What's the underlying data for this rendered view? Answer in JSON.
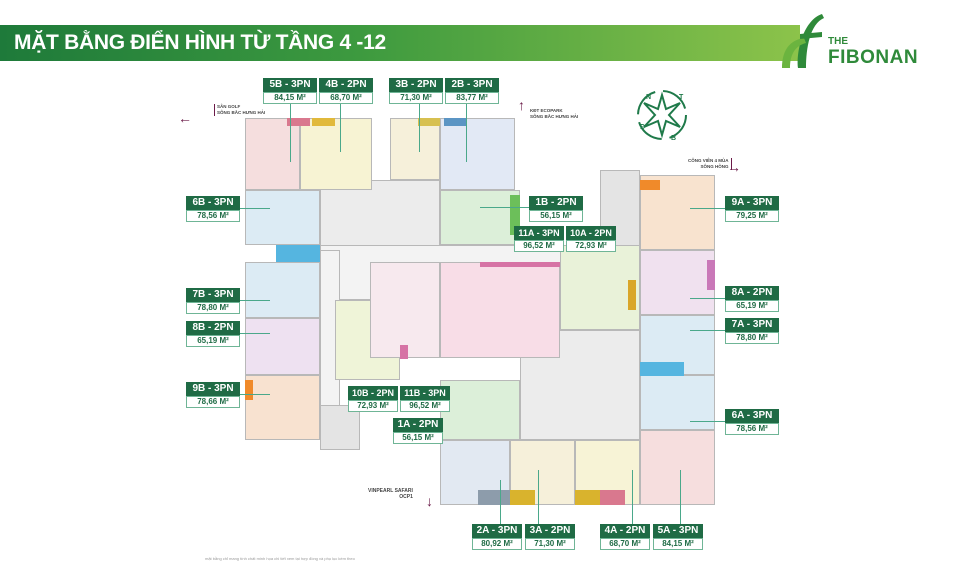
{
  "header": {
    "title": "MẶT BẰNG ĐIỂN HÌNH TỪ TẦNG 4 -12"
  },
  "logo": {
    "the": "THE",
    "name": "FIBONAN"
  },
  "compass": {
    "n": "N",
    "d": "Đ",
    "b": "B",
    "t": "T"
  },
  "directions": {
    "west": [
      "SÂN GOLF",
      "SÔNG BẮC HƯNG HẢI"
    ],
    "north": [
      "KĐT ECOPARK",
      "SÔNG BẮC HƯNG HẢI"
    ],
    "east": [
      "CÔNG VIÊN 4 MÙA",
      "SÔNG HỒNG"
    ],
    "south": [
      "VINPEARL SAFARI",
      "OCP1"
    ]
  },
  "units": [
    {
      "code": "5B - 3PN",
      "area": "84,15 M²"
    },
    {
      "code": "4B - 2PN",
      "area": "68,70 M²"
    },
    {
      "code": "3B - 2PN",
      "area": "71,30 M²"
    },
    {
      "code": "2B - 3PN",
      "area": "83,77 M²"
    },
    {
      "code": "6B - 3PN",
      "area": "78,56 M²"
    },
    {
      "code": "7B - 3PN",
      "area": "78,80 M²"
    },
    {
      "code": "8B - 2PN",
      "area": "65,19 M²"
    },
    {
      "code": "9B - 3PN",
      "area": "78,66 M²"
    },
    {
      "code": "9A - 3PN",
      "area": "79,25 M²"
    },
    {
      "code": "8A - 2PN",
      "area": "65,19 M²"
    },
    {
      "code": "7A - 3PN",
      "area": "78,80 M²"
    },
    {
      "code": "6A - 3PN",
      "area": "78,56 M²"
    },
    {
      "code": "1B - 2PN",
      "area": "56,15 M²"
    },
    {
      "code": "11A - 3PN",
      "area": "96,52 M²"
    },
    {
      "code": "10A - 2PN",
      "area": "72,93 M²"
    },
    {
      "code": "10B - 2PN",
      "area": "72,93 M²"
    },
    {
      "code": "11B - 3PN",
      "area": "96,52 M²"
    },
    {
      "code": "1A - 2PN",
      "area": "56,15 M²"
    },
    {
      "code": "2A - 3PN",
      "area": "80,92 M²"
    },
    {
      "code": "3A - 2PN",
      "area": "71,30 M²"
    },
    {
      "code": "4A - 2PN",
      "area": "68,70 M²"
    },
    {
      "code": "5A - 3PN",
      "area": "84,15 M²"
    }
  ],
  "footer_note": "mặt bằng chỉ mang tính chất minh họa chi tiết xem tại hợp đồng và phụ lục kèm theo"
}
